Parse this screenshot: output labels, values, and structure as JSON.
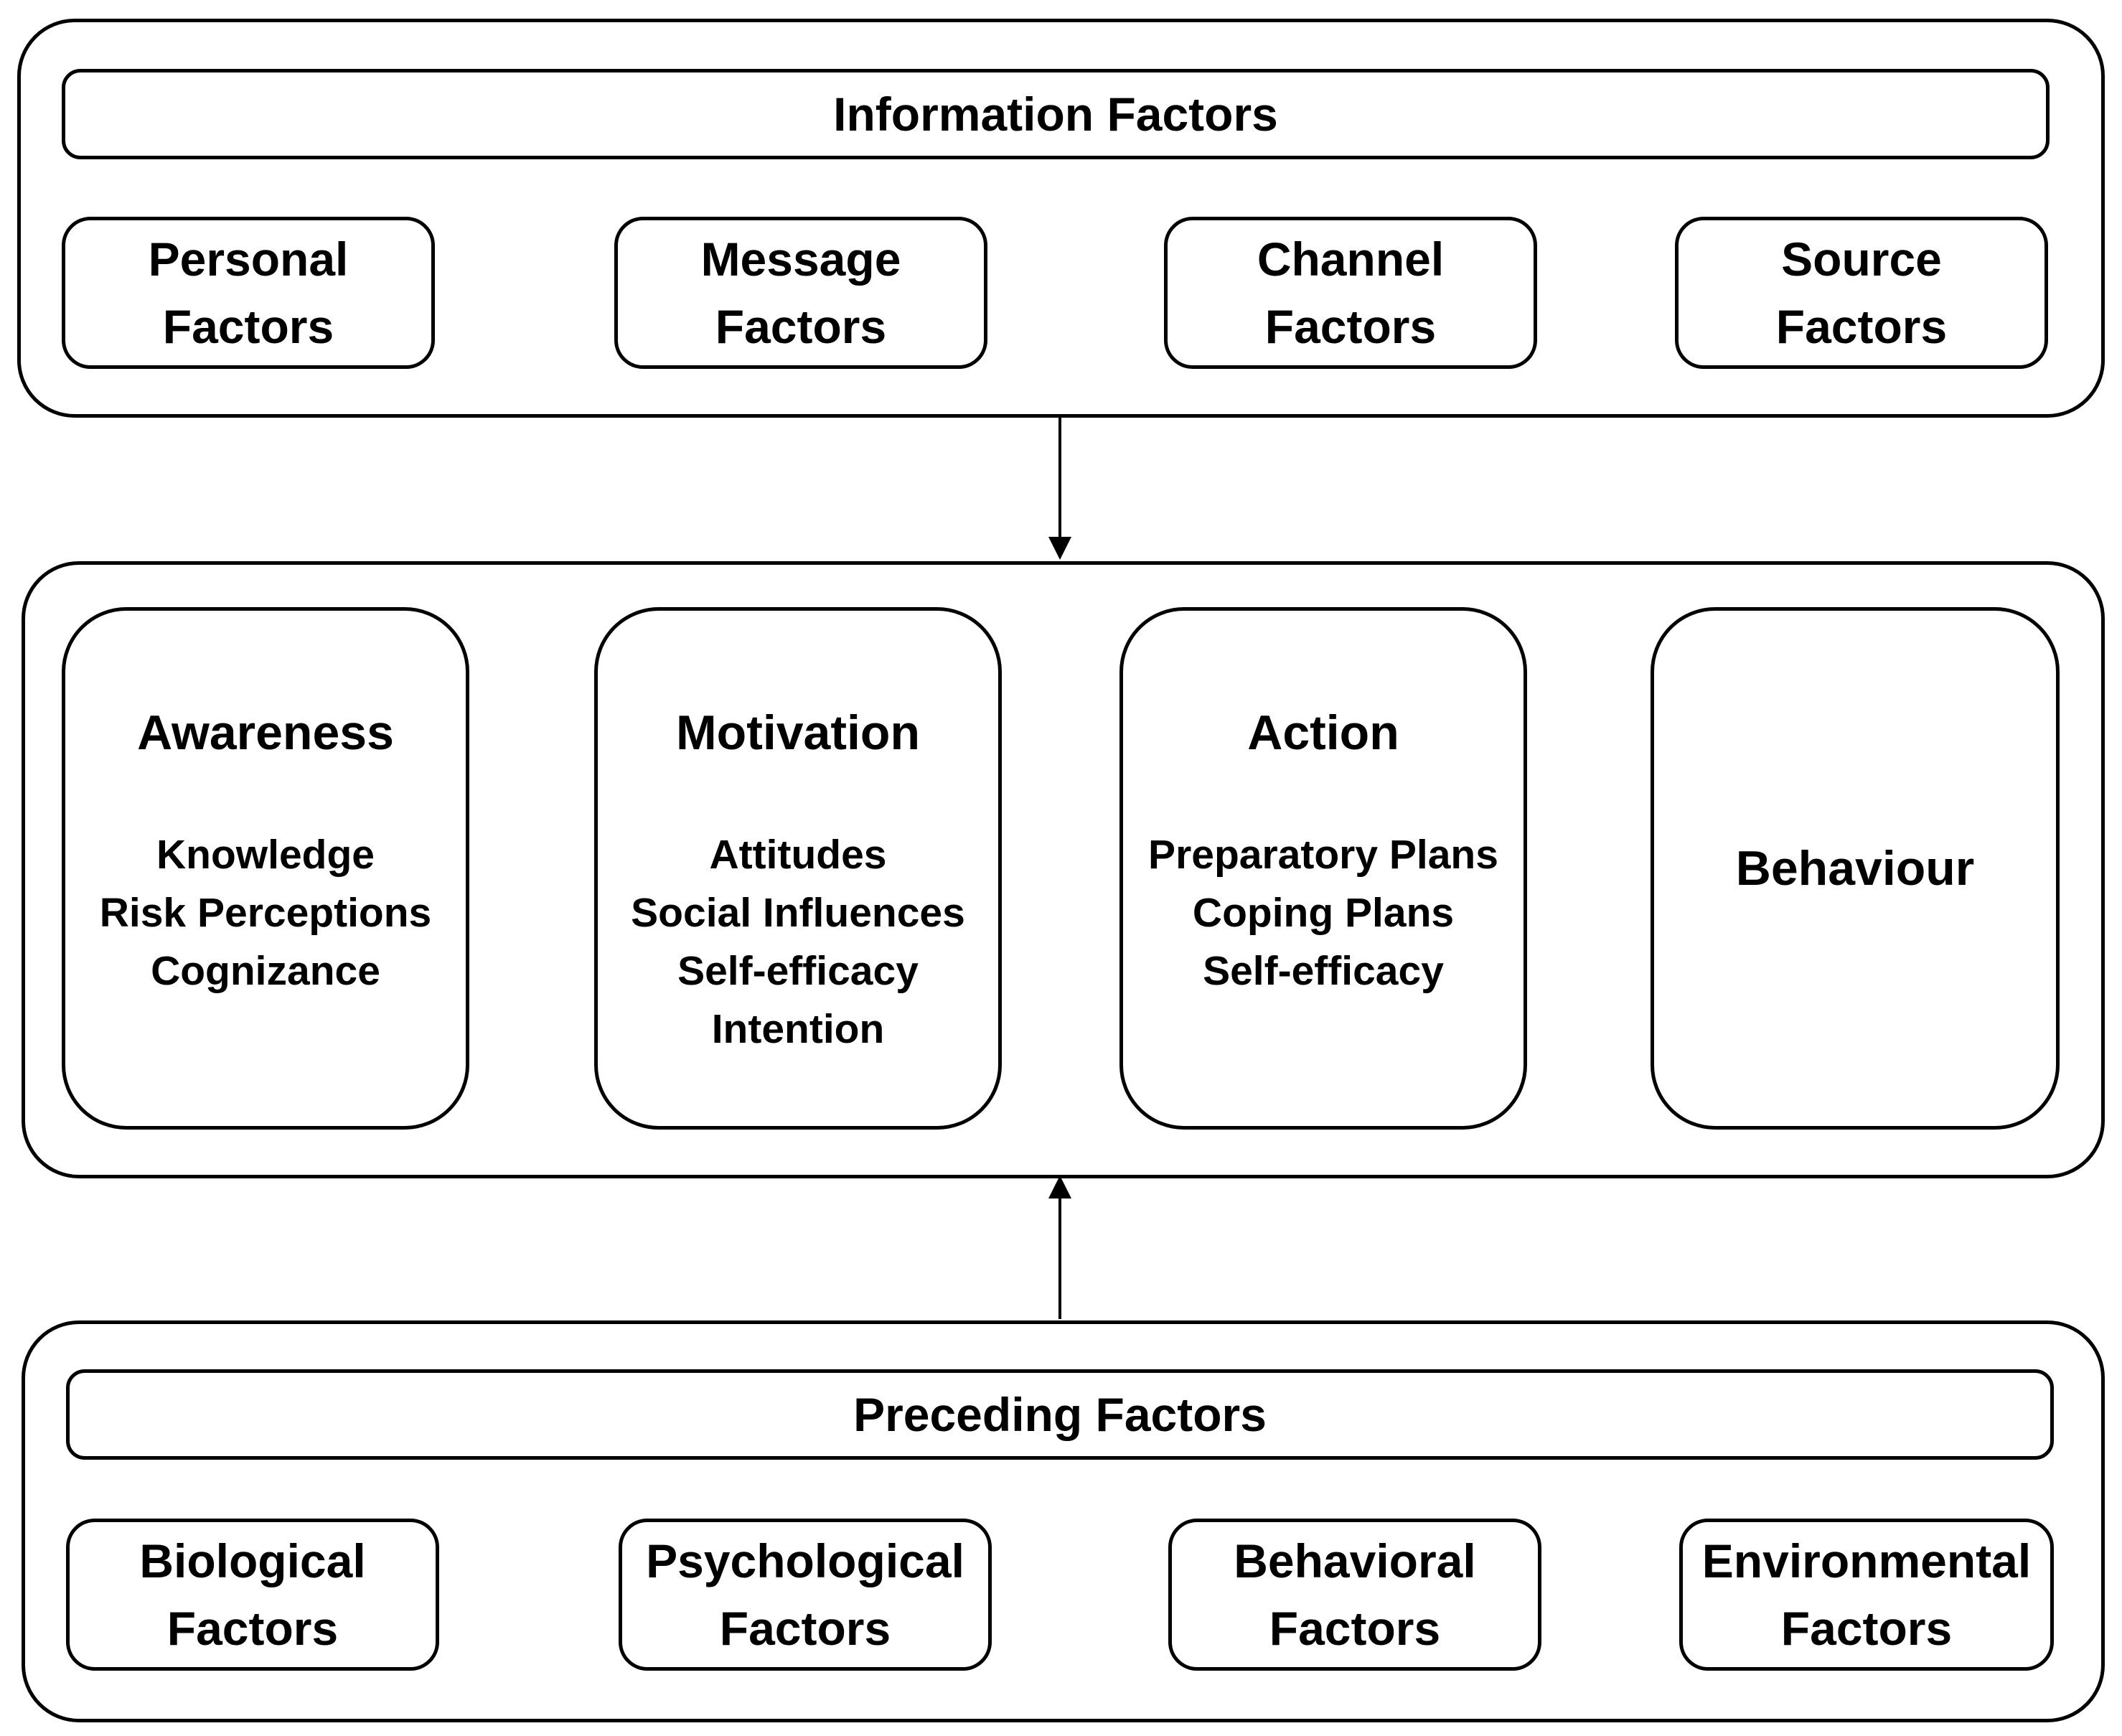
{
  "information": {
    "header": "Information Factors",
    "factors": [
      {
        "line1": "Personal",
        "line2": "Factors"
      },
      {
        "line1": "Message",
        "line2": "Factors"
      },
      {
        "line1": "Channel",
        "line2": "Factors"
      },
      {
        "line1": "Source",
        "line2": "Factors"
      }
    ]
  },
  "stages": {
    "awareness": {
      "title": "Awareness",
      "items": [
        "Knowledge",
        "Risk Perceptions",
        "Cognizance"
      ]
    },
    "motivation": {
      "title": "Motivation",
      "items": [
        "Attitudes",
        "Social Influences",
        "Self-efficacy",
        "Intention"
      ]
    },
    "action": {
      "title": "Action",
      "items": [
        "Preparatory Plans",
        "Coping Plans",
        "Self-efficacy"
      ]
    },
    "behaviour": {
      "title": "Behaviour"
    }
  },
  "preceding": {
    "header": "Preceding Factors",
    "factors": [
      {
        "line1": "Biological",
        "line2": "Factors"
      },
      {
        "line1": "Psychological",
        "line2": "Factors"
      },
      {
        "line1": "Behavioral",
        "line2": "Factors"
      },
      {
        "line1": "Environmental",
        "line2": "Factors"
      }
    ]
  }
}
